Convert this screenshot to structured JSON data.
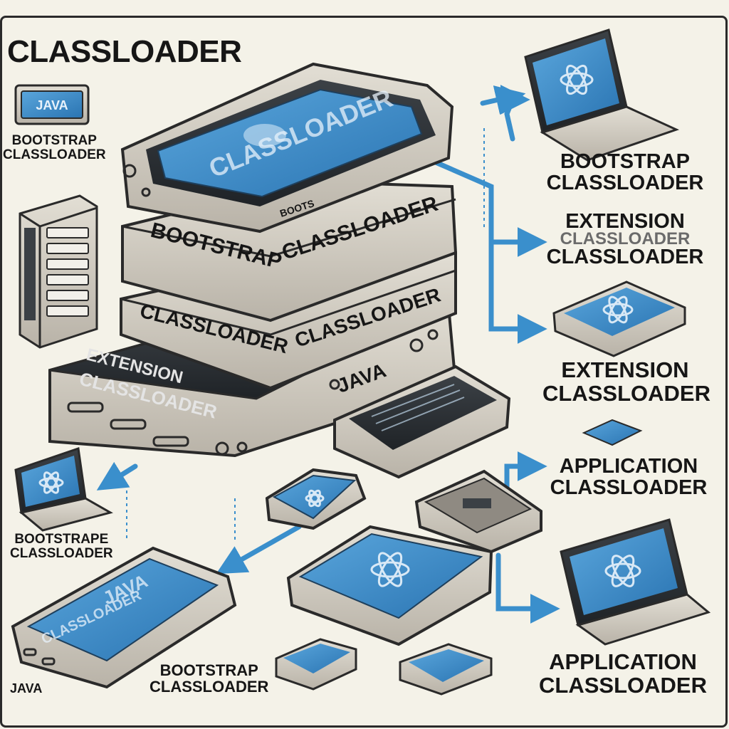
{
  "title": "CLASSLOADER",
  "left_panel": {
    "java_badge": "JAVA",
    "label_line1": "BOOTSTRAP",
    "label_line2": "CLASSLOADER"
  },
  "stack": {
    "top_screen_text": "CLASSLOADER",
    "top_edge_text": "BOOTS",
    "layer2_line1": "BOOTSTRAP",
    "layer2_line2": "CLASSLOADER",
    "layer3_left": "CLASSLOADER",
    "layer3_right": "CLASSLOADER",
    "base_line1": "EXTENSION",
    "base_line2": "CLASSLOADER",
    "base_right": "JAVA"
  },
  "right_labels": [
    {
      "line1": "BOOTSTRAP",
      "line2": "CLASSLOADER"
    },
    {
      "line1": "EXTENSION",
      "line2": "CLASSLOADER",
      "line3": "CLASSLOADER"
    },
    {
      "line1": "EXTENSION",
      "line2": "CLASSLOADER"
    },
    {
      "line1": "APPLICATION",
      "line2": "CLASSLOADER"
    },
    {
      "line1": "APPLICATION",
      "line2": "CLASSLOADER"
    }
  ],
  "bottom_left": {
    "label_line1": "BOOTSTRAPE",
    "label_line2": "CLASSLOADER",
    "phone_text": "JAVA",
    "phone_text2": "CLASSLOADER",
    "java_label": "JAVA"
  },
  "bottom_center": {
    "label_line1": "BOOTSTRAP",
    "label_line2": "CLASSLOADER"
  },
  "colors": {
    "background": "#f4f2e8",
    "screen_blue": "#2f86c6",
    "arrow_blue": "#3a8fcc",
    "device_grey": "#cfcac0",
    "outline": "#2a2a2a"
  }
}
